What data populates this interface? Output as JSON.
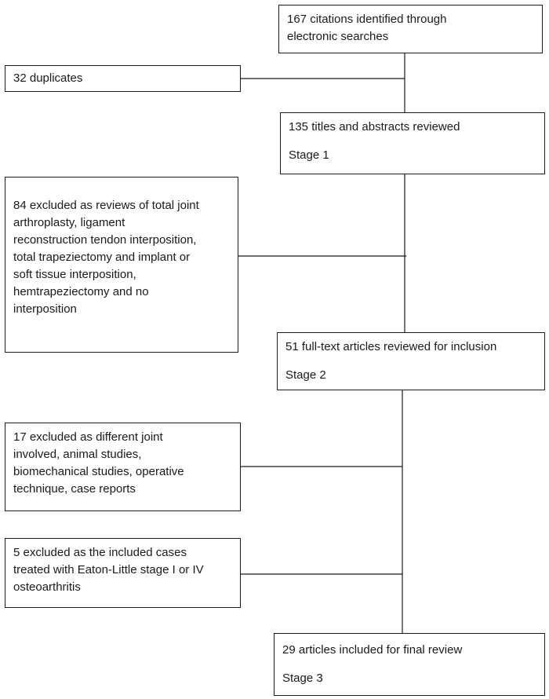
{
  "flow": {
    "identified": {
      "lines": [
        "167 citations identified through",
        "electronic searches"
      ]
    },
    "duplicates": {
      "text": "32 duplicates"
    },
    "screened": {
      "text": "135 titles and abstracts reviewed",
      "stage": "Stage 1"
    },
    "excluded_reviews": {
      "lines": [
        "84 excluded as reviews of total joint",
        "arthroplasty, ligament",
        "reconstruction tendon interposition,",
        "total trapeziectomy and implant or",
        "soft tissue interposition,",
        "hemtrapeziectomy and no",
        "interposition"
      ]
    },
    "fulltext": {
      "text": "51 full-text articles reviewed for inclusion",
      "stage": "Stage 2"
    },
    "excluded_other": {
      "lines": [
        "17 excluded as different joint",
        "involved, animal studies,",
        "biomechanical studies, operative",
        "technique, case reports"
      ]
    },
    "excluded_stage": {
      "lines": [
        "5 excluded as the included cases",
        "treated with Eaton-Little stage I or IV",
        "osteoarthritis"
      ]
    },
    "included": {
      "text": "29 articles included for final review",
      "stage": "Stage 3"
    }
  }
}
